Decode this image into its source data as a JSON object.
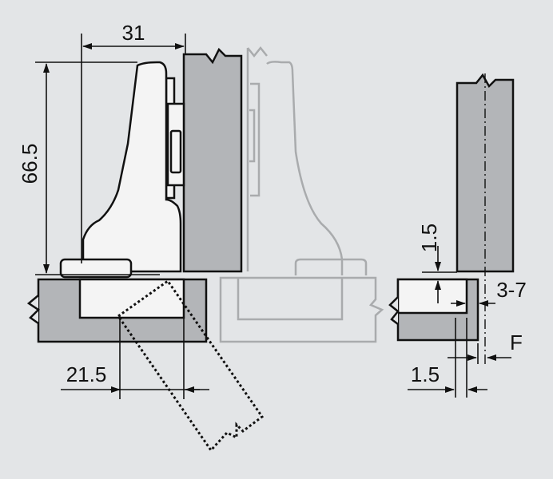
{
  "dimensions": {
    "width": "31",
    "height": "66.5",
    "bore_offset": "21.5",
    "clearance": "1.5",
    "overlay_range": "3-7",
    "gap_label": "F",
    "side_thickness": "1.5"
  },
  "colors": {
    "background": "#e3e5e7",
    "panel_gray": "#b3b5b8",
    "hinge_white": "#f4f4f4",
    "ghost_line": "#a9abad",
    "line": "#111111"
  }
}
